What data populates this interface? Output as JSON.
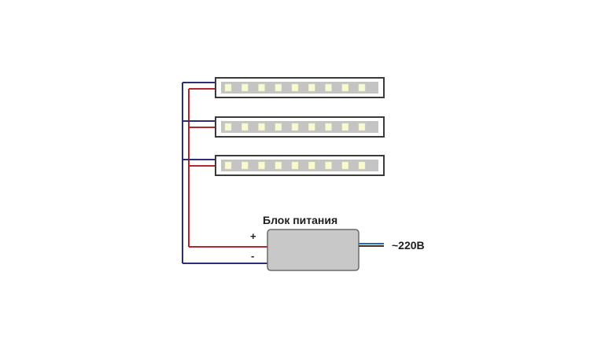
{
  "power_supply": {
    "title": "Блок питания",
    "plus": "+",
    "minus": "-",
    "mains": "~220В"
  },
  "strips": [
    {
      "leds": 9
    },
    {
      "leds": 9
    },
    {
      "leds": 9
    }
  ],
  "colors": {
    "positive_wire": "#b3282d",
    "negative_wire": "#2b2f7a",
    "mains_blue": "#1f6fb5",
    "mains_brown": "#4a3020",
    "strip_frame": "#3a3a3a",
    "strip_body": "#c4c4c4",
    "led": "#fafad2",
    "power_supply_body": "#c8c8c8"
  }
}
